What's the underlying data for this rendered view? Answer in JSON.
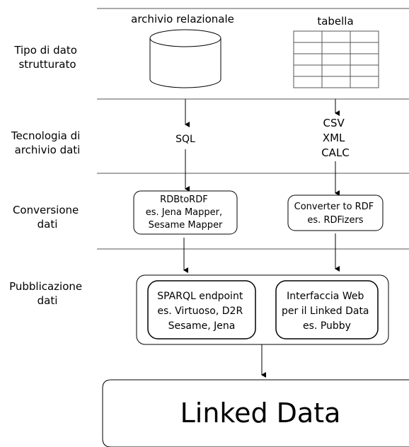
{
  "sources": {
    "database_title": "archivio relazionale",
    "table_title": "tabella"
  },
  "row_labels": {
    "structured_type": [
      "Tipo di dato",
      "strutturato"
    ],
    "storage_technology": [
      "Tecnologia di",
      "archivio dati"
    ],
    "conversion": [
      "Conversione",
      "dati"
    ],
    "publication": [
      "Pubblicazione",
      "dati"
    ]
  },
  "technology": {
    "database": "SQL",
    "table": [
      "CSV",
      "XML",
      "CALC"
    ]
  },
  "converters": {
    "database": [
      "RDBtoRDF",
      "es. Jena Mapper,",
      "Sesame Mapper"
    ],
    "table": [
      "Converter to RDF",
      "es. RDFizers"
    ]
  },
  "publication": {
    "sparql": [
      "SPARQL endpoint",
      "es. Virtuoso, D2R",
      "Sesame, Jena"
    ],
    "web_interface": [
      "Interfaccia Web",
      "per il Linked Data",
      "es. Pubby"
    ]
  },
  "result": {
    "title": "Linked Data"
  }
}
